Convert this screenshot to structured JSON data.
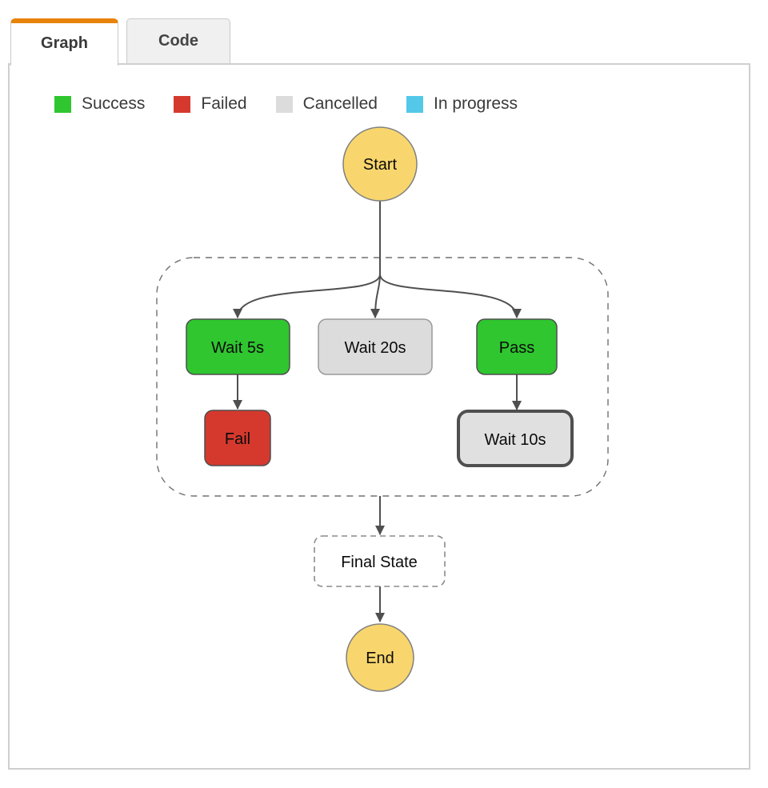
{
  "tabs": {
    "graph": {
      "label": "Graph",
      "active": true
    },
    "code": {
      "label": "Code",
      "active": false
    }
  },
  "colors": {
    "active_tab_accent": "#e8830c",
    "success": "#2fc62f",
    "failed": "#d5392e",
    "cancelled": "#dcdcdc",
    "in_progress": "#54c8e8",
    "start_end": "#f8d66d",
    "edge": "#4f4f4f"
  },
  "legend": {
    "items": [
      {
        "label": "Success",
        "color": "#2fc62f"
      },
      {
        "label": "Failed",
        "color": "#d5392e"
      },
      {
        "label": "Cancelled",
        "color": "#dcdcdc"
      },
      {
        "label": "In progress",
        "color": "#54c8e8"
      }
    ]
  },
  "graph": {
    "nodes": {
      "start": {
        "label": "Start",
        "fill": "#f8d66d",
        "status": "start"
      },
      "wait5s": {
        "label": "Wait 5s",
        "fill": "#2fc62f",
        "status": "success"
      },
      "wait20s": {
        "label": "Wait 20s",
        "fill": "#dcdcdc",
        "status": "cancelled"
      },
      "pass": {
        "label": "Pass",
        "fill": "#2fc62f",
        "status": "success"
      },
      "fail": {
        "label": "Fail",
        "fill": "#d5392e",
        "status": "failed"
      },
      "wait10s": {
        "label": "Wait 10s",
        "fill": "#e0e0e0",
        "status": "cancelled-selected"
      },
      "final": {
        "label": "Final State",
        "fill": "#ffffff",
        "status": "none"
      },
      "end": {
        "label": "End",
        "fill": "#f8d66d",
        "status": "end"
      }
    }
  }
}
